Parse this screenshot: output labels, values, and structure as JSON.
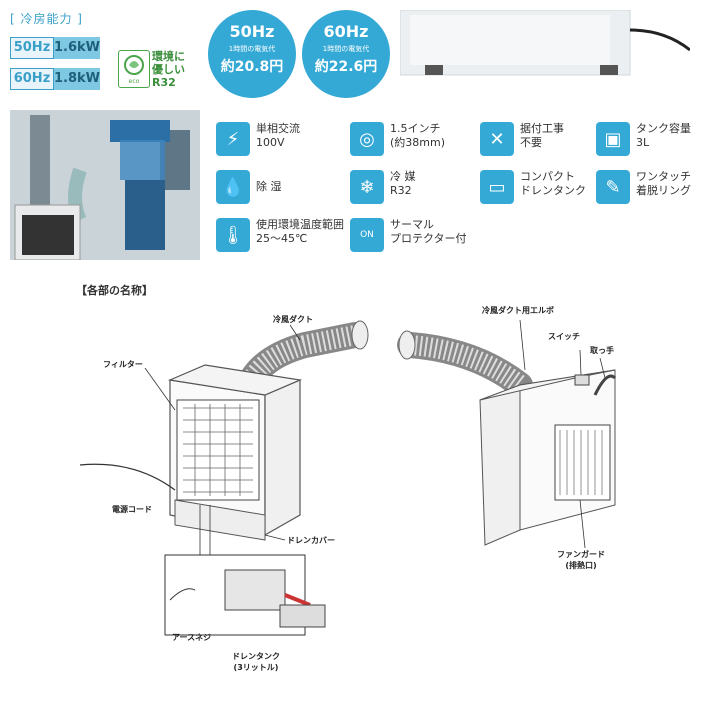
{
  "cooling": {
    "title": "[ 冷房能力 ]",
    "rows": [
      {
        "hz": "50Hz",
        "kw": "1.6kW"
      },
      {
        "hz": "60Hz",
        "kw": "1.8kW"
      }
    ]
  },
  "eco": {
    "line1": "環境に",
    "line2": "優しい",
    "line3": "R32"
  },
  "prices": [
    {
      "hz": "50Hz",
      "label": "1時間の電気代",
      "value": "約20.8円"
    },
    {
      "hz": "60Hz",
      "label": "1時間の電気代",
      "value": "約22.6円"
    }
  ],
  "features": [
    {
      "icon": "lightning-icon",
      "text": "単相交流\n100V"
    },
    {
      "icon": "hose-icon",
      "text": "1.5インチ\n(約38mm)"
    },
    {
      "icon": "tools-crossed-icon",
      "text": "据付工事\n不要"
    },
    {
      "icon": "tank-icon",
      "text": "タンク容量\n3L"
    },
    {
      "icon": "water-drop-icon",
      "text": "除 湿"
    },
    {
      "icon": "snowflake-icon",
      "text": "冷 媒\nR32"
    },
    {
      "icon": "drain-tank-icon",
      "text": "コンパクト\nドレンタンク"
    },
    {
      "icon": "ring-icon",
      "text": "ワンタッチ\n着脱リング"
    },
    {
      "icon": "thermometer-icon",
      "text": "使用環境温度範囲\n25～45℃"
    },
    {
      "icon": "on-off-switch-icon",
      "text": "サーマル\nプロテクター付"
    }
  ],
  "parts": {
    "title": "【各部の名称】",
    "labels": {
      "duct": "冷風ダクト",
      "filter": "フィルター",
      "cord": "電源コード",
      "drain_cover": "ドレンカバー",
      "earth_screw": "アースネジ",
      "drain_tank": "ドレンタンク\n(3リットル)",
      "elbow": "冷風ダクト用エルボ",
      "switch": "スイッチ",
      "handle": "取っ手",
      "fan_guard": "ファンガード\n(排熱口)"
    }
  },
  "colors": {
    "accent": "#35a9d6",
    "eco": "#4aa64a"
  }
}
